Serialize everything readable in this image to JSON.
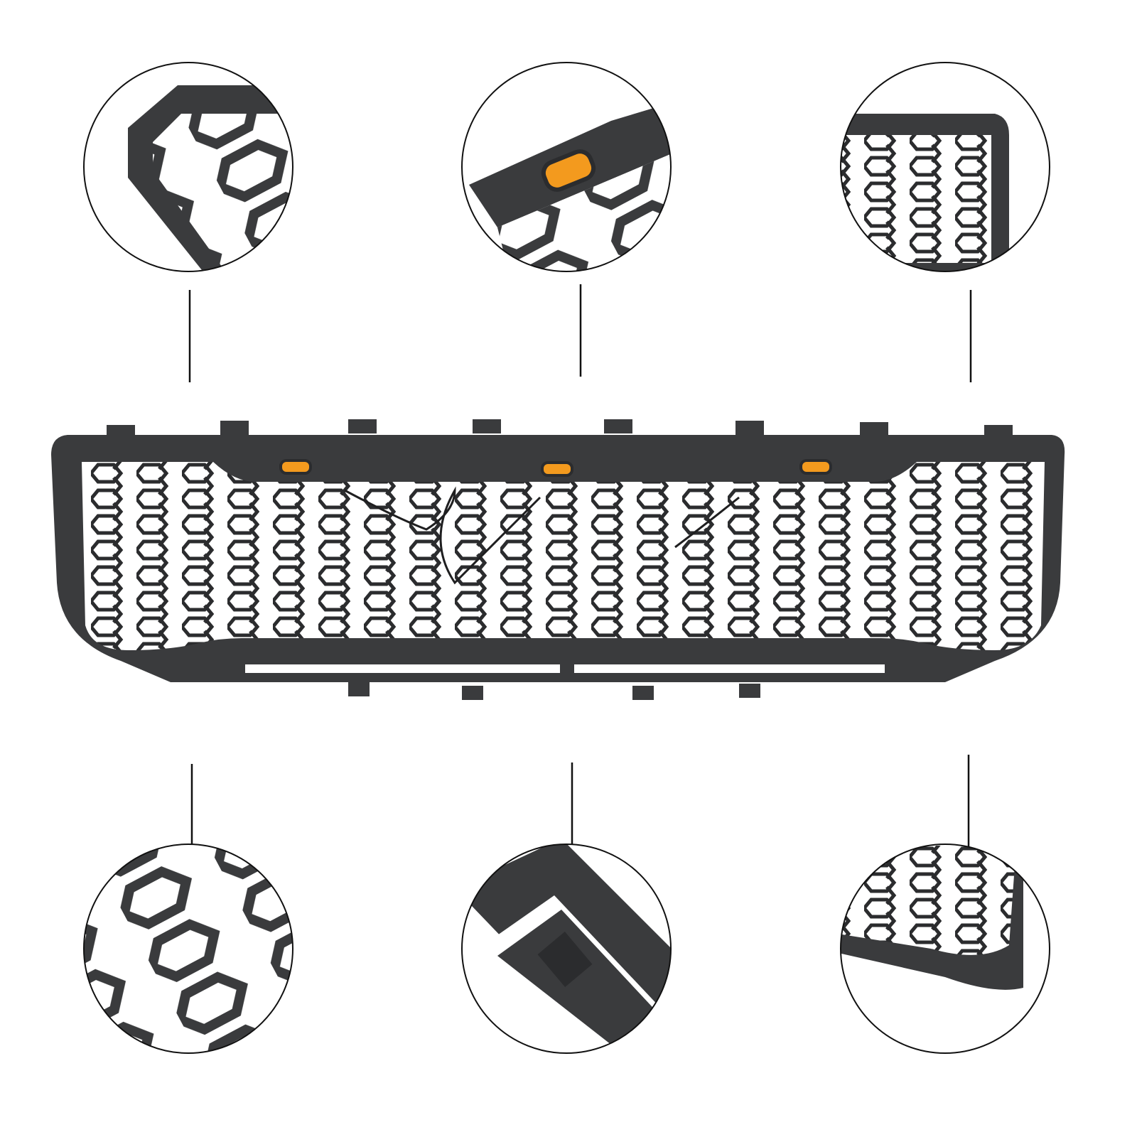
{
  "product": {
    "frame_color": "#3a3b3d",
    "mesh_color": "#2b2c2e",
    "light_color": "#f39a1e",
    "background": "#ffffff",
    "amber_lights": 3,
    "detail_views": [
      {
        "id": "top-left-corner"
      },
      {
        "id": "top-center-light"
      },
      {
        "id": "top-right-corner"
      },
      {
        "id": "bottom-left-mesh"
      },
      {
        "id": "bottom-center-lower-bar"
      },
      {
        "id": "bottom-right-corner"
      }
    ]
  }
}
